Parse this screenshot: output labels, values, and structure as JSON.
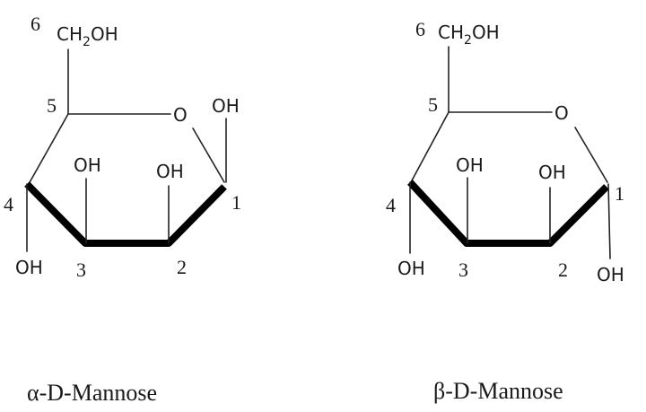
{
  "diagram": {
    "type": "haworth-projection",
    "structures": [
      {
        "name": "α-D-Mannose",
        "anomer": "alpha",
        "c6_group": "CH2OH",
        "c6_label": "6",
        "ring_oxygen": "O",
        "carbon_labels": {
          "c1": "1",
          "c2": "2",
          "c3": "3",
          "c4": "4",
          "c5": "5"
        },
        "substituents": {
          "c1": {
            "group": "OH",
            "position": "up"
          },
          "c2": {
            "group": "OH",
            "position": "up"
          },
          "c3": {
            "group": "OH",
            "position": "up"
          },
          "c4": {
            "group": "OH",
            "position": "down"
          }
        }
      },
      {
        "name": "β-D-Mannose",
        "anomer": "beta",
        "c6_group": "CH2OH",
        "c6_label": "6",
        "ring_oxygen": "O",
        "carbon_labels": {
          "c1": "1",
          "c2": "2",
          "c3": "3",
          "c4": "4",
          "c5": "5"
        },
        "substituents": {
          "c1": {
            "group": "OH",
            "position": "down"
          },
          "c2": {
            "group": "OH",
            "position": "up"
          },
          "c3": {
            "group": "OH",
            "position": "up"
          },
          "c4": {
            "group": "OH",
            "position": "down"
          }
        }
      }
    ]
  },
  "labels": {
    "alpha_caption": "α-D-Mannose",
    "beta_caption": "β-D-Mannose",
    "oh": "OH",
    "o": "O",
    "ch2": "CH",
    "sub2": "2",
    "ch2oh_tail": "OH"
  }
}
